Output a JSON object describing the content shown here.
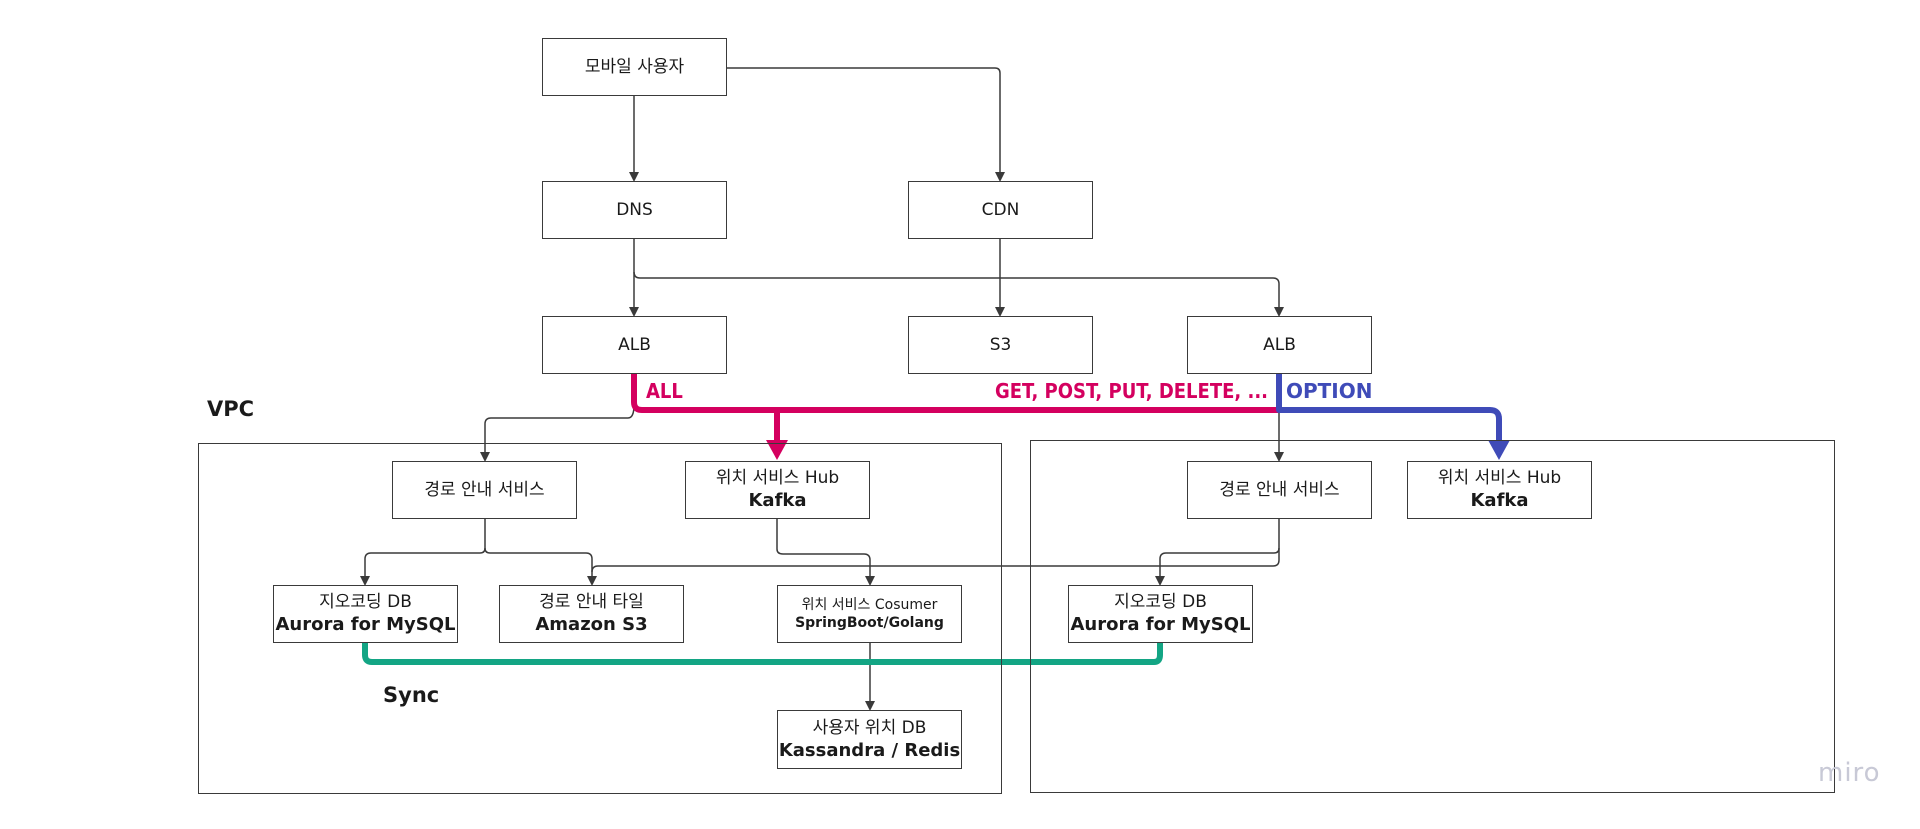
{
  "colors": {
    "all_route": "#d4005f",
    "option_route": "#3f4bb8",
    "sync_route": "#13a584",
    "line": "#3a3a3a",
    "watermark": "#c8c9d6"
  },
  "nodes": {
    "mobile_user": {
      "title": "모바일 사용자"
    },
    "dns": {
      "title": "DNS"
    },
    "cdn": {
      "title": "CDN"
    },
    "alb_left": {
      "title": "ALB"
    },
    "s3": {
      "title": "S3"
    },
    "alb_right": {
      "title": "ALB"
    },
    "route_service_left": {
      "title": "경로 안내 서비스"
    },
    "location_hub_left": {
      "title": "위치 서비스 Hub",
      "subtitle": "Kafka"
    },
    "geocoding_db_left": {
      "title": "지오코딩 DB",
      "subtitle": "Aurora for MySQL"
    },
    "route_tile": {
      "title": "경로 안내 타일",
      "subtitle": "Amazon S3"
    },
    "location_consumer": {
      "title": "위치 서비스 Cosumer",
      "subtitle": "SpringBoot/Golang"
    },
    "user_location_db": {
      "title": "사용자 위치 DB",
      "subtitle": "Kassandra / Redis"
    },
    "route_service_right": {
      "title": "경로 안내 서비스"
    },
    "location_hub_right": {
      "title": "위치 서비스 Hub",
      "subtitle": "Kafka"
    },
    "geocoding_db_right": {
      "title": "지오코딩 DB",
      "subtitle": "Aurora for MySQL"
    }
  },
  "labels": {
    "vpc": "VPC",
    "all": "ALL",
    "methods": "GET, POST, PUT, DELETE, ...",
    "option": "OPTION",
    "sync": "Sync"
  },
  "watermark": "miro"
}
